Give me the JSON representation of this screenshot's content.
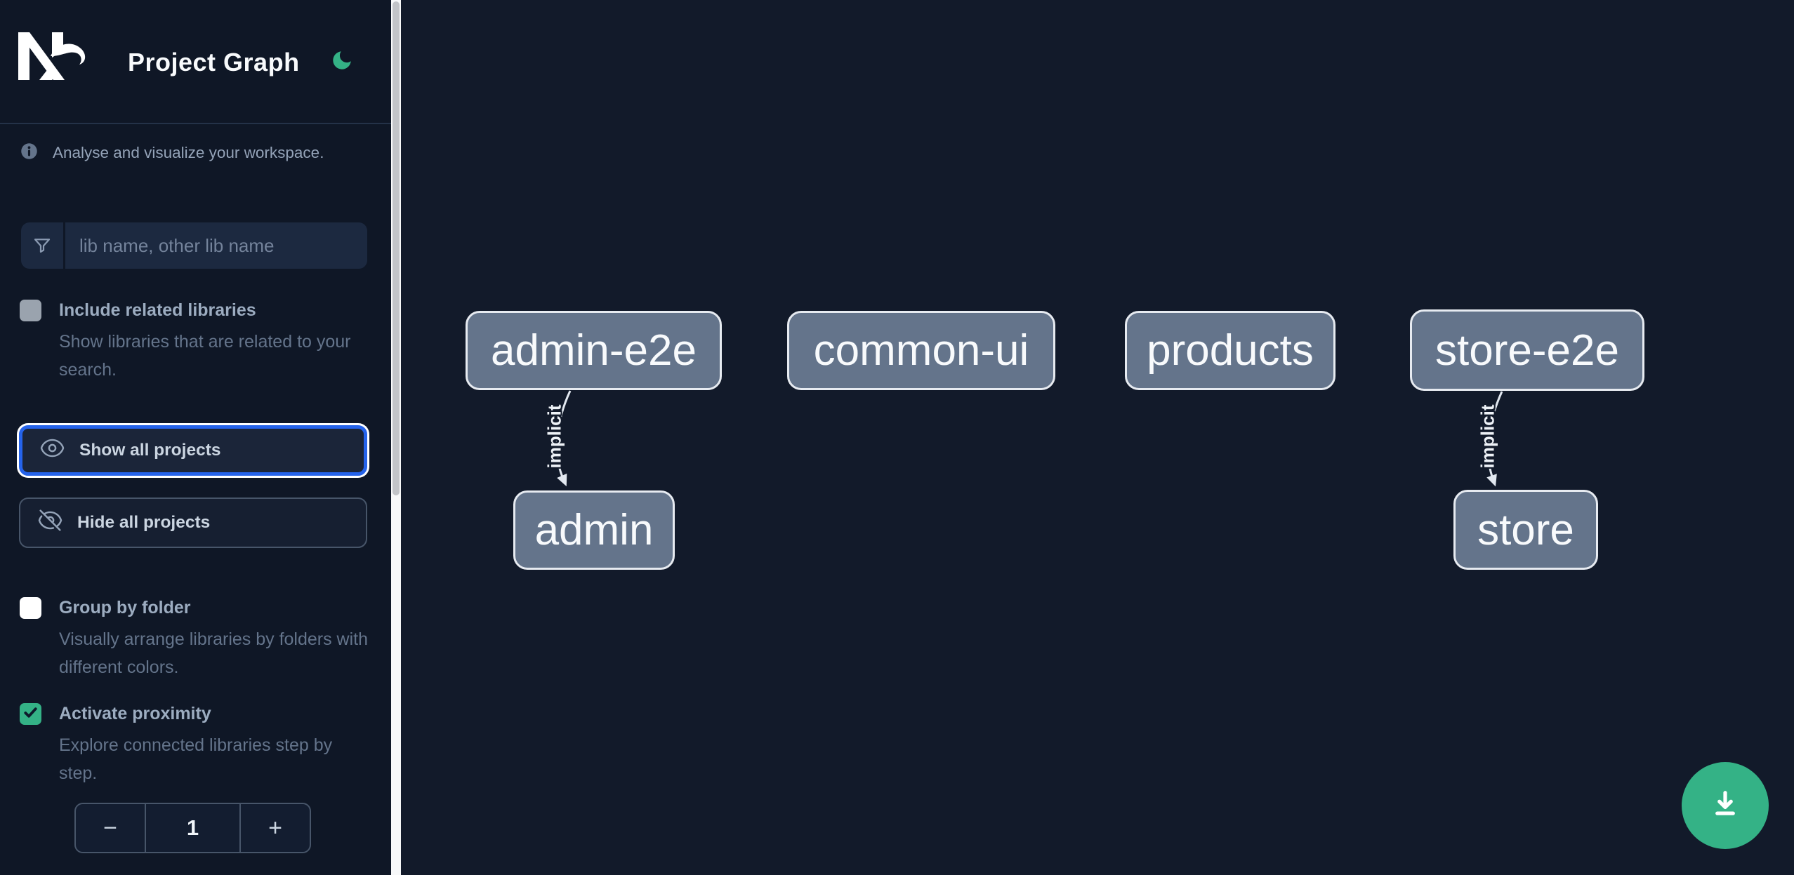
{
  "app": {
    "logo_text": "Nx",
    "title": "Project Graph"
  },
  "sidebar": {
    "tagline": "Analyse and visualize your workspace.",
    "search": {
      "placeholder": "lib name, other lib name",
      "value": ""
    },
    "buttons": {
      "show_all": "Show all projects",
      "hide_all": "Hide all projects"
    },
    "toggles": [
      {
        "label": "Include related libraries",
        "description": "Show libraries that are related to your search.",
        "checked": false
      },
      {
        "label": "Group by folder",
        "description": "Visually arrange libraries by folders with different colors.",
        "checked": false
      },
      {
        "label": "Activate proximity",
        "description": "Explore connected libraries step by step.",
        "checked": true
      }
    ],
    "stepper": {
      "decrement": "−",
      "value": "1",
      "increment": "+"
    }
  },
  "graph": {
    "nodes": [
      {
        "id": "admin-e2e",
        "label": "admin-e2e"
      },
      {
        "id": "common-ui",
        "label": "common-ui"
      },
      {
        "id": "products",
        "label": "products"
      },
      {
        "id": "store-e2e",
        "label": "store-e2e"
      },
      {
        "id": "admin",
        "label": "admin"
      },
      {
        "id": "store",
        "label": "store"
      }
    ],
    "edges": [
      {
        "source": "admin-e2e",
        "target": "admin",
        "label": "implicit"
      },
      {
        "source": "store-e2e",
        "target": "store",
        "label": "implicit"
      }
    ]
  },
  "colors": {
    "accent_green": "#34b286",
    "focus_blue": "#2563eb",
    "node_fill": "#64748b",
    "node_border": "#e7ebf1",
    "edge": "#e2e8f0"
  }
}
